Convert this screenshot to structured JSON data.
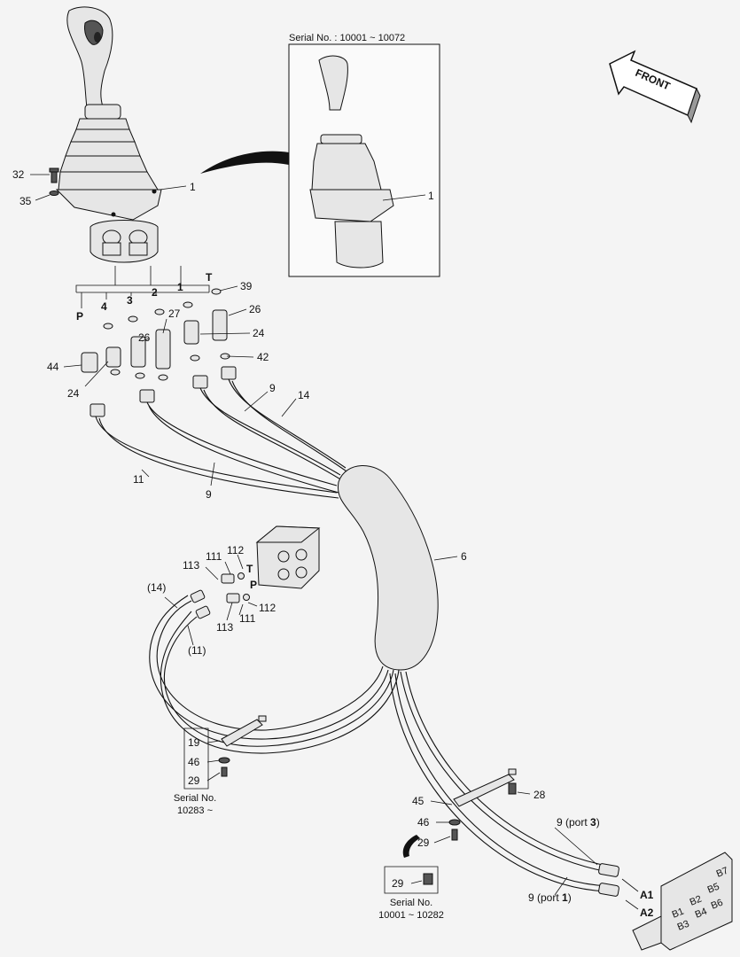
{
  "inset": {
    "serial_label": "Serial No. : 10001 ~ 10072",
    "part_label": "1"
  },
  "front_label": "FRONT",
  "ports": [
    "P",
    "4",
    "3",
    "2",
    "1",
    "T"
  ],
  "callouts": {
    "c32": "32",
    "c35": "35",
    "c1": "1",
    "c39": "39",
    "c26a": "26",
    "c24a": "24",
    "c42": "42",
    "c26b": "26",
    "c27": "27",
    "c44": "44",
    "c24b": "24",
    "c9a": "9",
    "c14": "14",
    "c11": "11",
    "c9b": "9",
    "c6": "6",
    "c112a": "112",
    "c111a": "111",
    "c113a": "113",
    "cT": "T",
    "cP": "P",
    "c14p": "(14)",
    "c112b": "112",
    "c113b": "113",
    "c111b": "111",
    "c11p": "(11)",
    "c19": "19",
    "c46a": "46",
    "c29a": "29",
    "c45": "45",
    "c46b": "46",
    "c29b": "29",
    "c28": "28",
    "c29c": "29",
    "c9port3_pre": "9 (port ",
    "c9port3_num": "3",
    "c9port3_post": ")",
    "c9port1_pre": "9 (port ",
    "c9port1_num": "1",
    "c9port1_post": ")",
    "A1": "A1",
    "A2": "A2"
  },
  "serial_notes": {
    "s1_line1": "Serial No.",
    "s1_line2": "10283 ~",
    "s2_line1": "Serial No.",
    "s2_line2": "10001 ~ 10282"
  },
  "plate_labels": [
    "B1",
    "B2",
    "B3",
    "B4",
    "B5",
    "B6",
    "B7"
  ]
}
